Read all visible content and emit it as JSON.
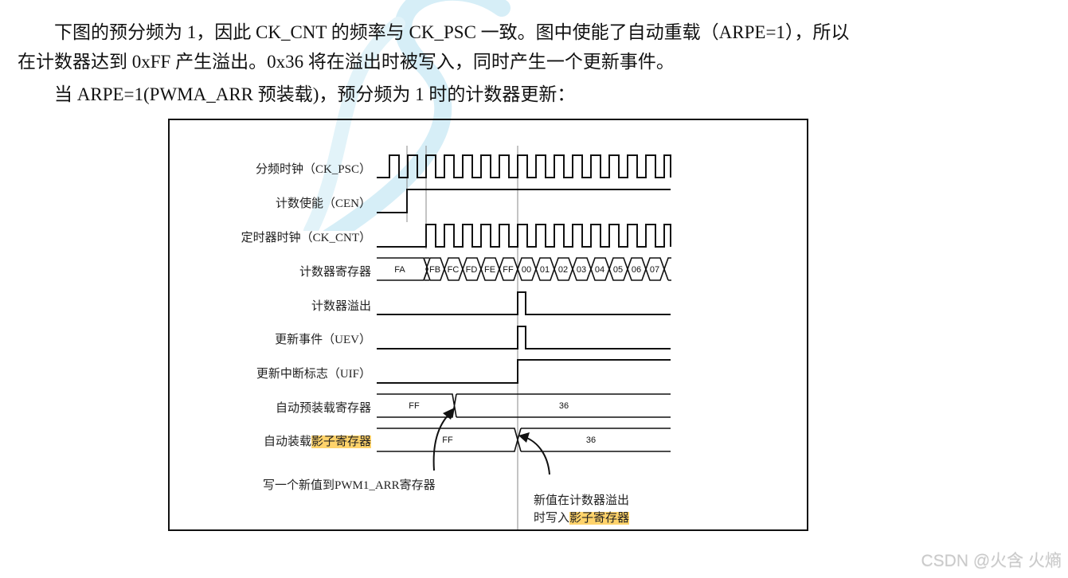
{
  "document": {
    "paragraphs": [
      "下图的预分频为 1，因此 CK_CNT 的频率与 CK_PSC 一致。图中使能了自动重载（ARPE=1），所以",
      "在计数器达到 0xFF 产生溢出。0x36 将在溢出时被写入，同时产生一个更新事件。",
      "当 ARPE=1(PWMA_ARR 预装载)，预分频为 1 时的计数器更新："
    ]
  },
  "figure": {
    "signals": [
      {
        "label": "分频时钟（CK_PSC）"
      },
      {
        "label": "计数使能（CEN）"
      },
      {
        "label": "定时器时钟（CK_CNT）"
      },
      {
        "label": "计数器寄存器"
      },
      {
        "label": "计数器溢出"
      },
      {
        "label": "更新事件（UEV）"
      },
      {
        "label": "更新中断标志（UIF）"
      },
      {
        "label": "自动预装载寄存器"
      },
      {
        "label_prefix": "自动装载",
        "label_highlight": "影子寄存器"
      }
    ],
    "counter_values": [
      "FA",
      "FB",
      "FC",
      "FD",
      "FE",
      "FF",
      "00",
      "01",
      "02",
      "03",
      "04",
      "05",
      "06",
      "07"
    ],
    "preload_values": [
      "FF",
      "36"
    ],
    "shadow_values": [
      "FF",
      "36"
    ],
    "annotations": {
      "write_arr": "写一个新值到PWM1_ARR寄存器",
      "shadow_line1": "新值在计数器溢出",
      "shadow_line2_prefix": "时写入",
      "shadow_line2_highlight": "影子寄存器"
    },
    "highlight_color": "#ffd36b"
  },
  "watermark": {
    "text": "CSDN @火含 火熵"
  }
}
